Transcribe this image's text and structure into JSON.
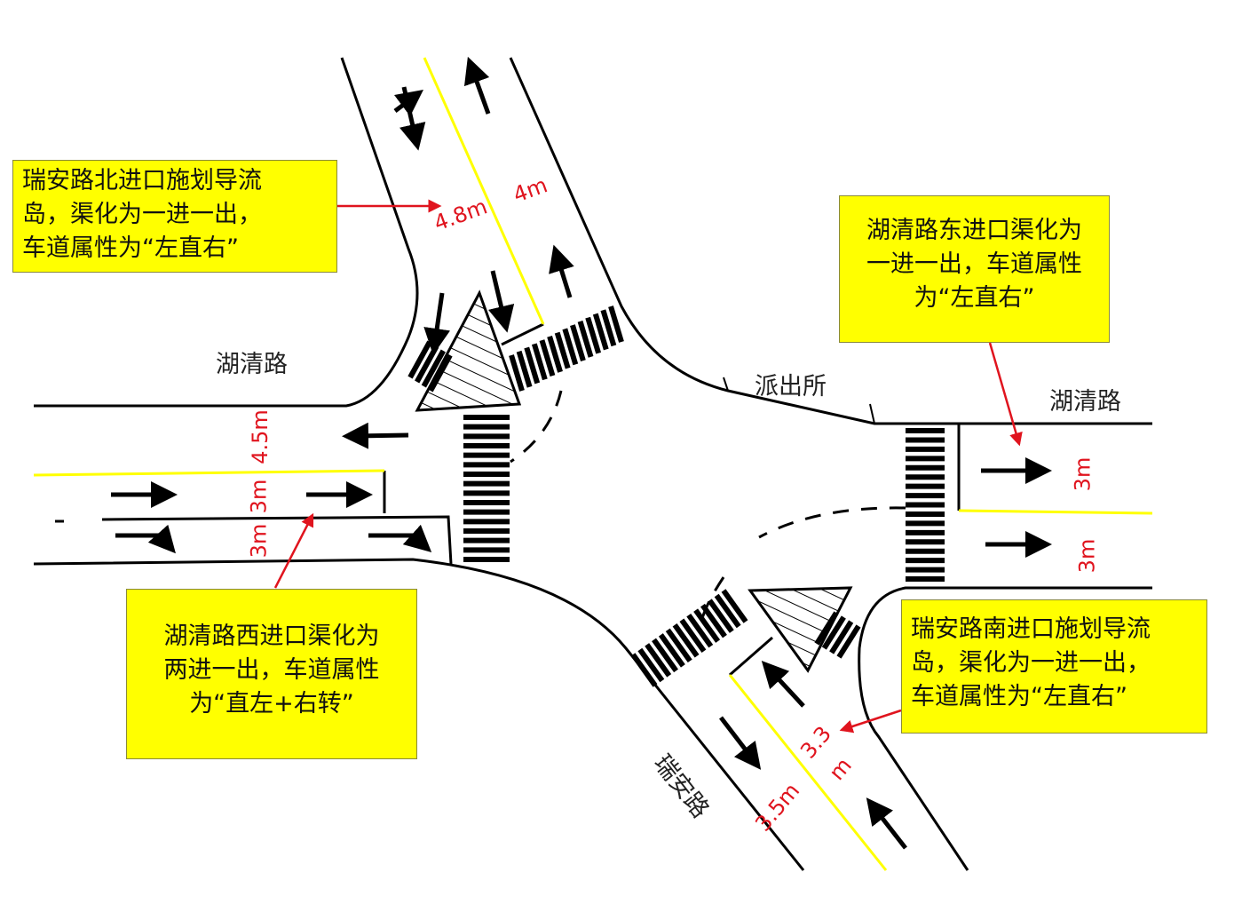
{
  "colors": {
    "callout_bg": "#ffff00",
    "dimension": "#e0141e",
    "lane_divider": "#ffff00",
    "road_line": "#000000"
  },
  "callouts": {
    "north": [
      "瑞安路北进口施划导流",
      "岛，渠化为一进一出，",
      "车道属性为“左直右”"
    ],
    "east": [
      "湖清路东进口渠化为",
      "一进一出，车道属性",
      "为“左直右”"
    ],
    "west": [
      "湖清路西进口渠化为",
      "两进一出，车道属性",
      "为“直左+右转”"
    ],
    "south": [
      "瑞安路南进口施划导流",
      "岛，渠化为一进一出，",
      "车道属性为“左直右”"
    ]
  },
  "road_labels": {
    "west": "湖清路",
    "east": "湖清路",
    "south": "瑞安路",
    "police": "派出所"
  },
  "dimensions": {
    "north_in": "4.8m",
    "north_out": "4m",
    "west_out": "4.5m",
    "west_in1": "3m",
    "west_in2": "3m",
    "east_in": "3m",
    "east_out": "3m",
    "south_in": "3.3",
    "south_in_unit": "m",
    "south_out": "3.5m"
  }
}
